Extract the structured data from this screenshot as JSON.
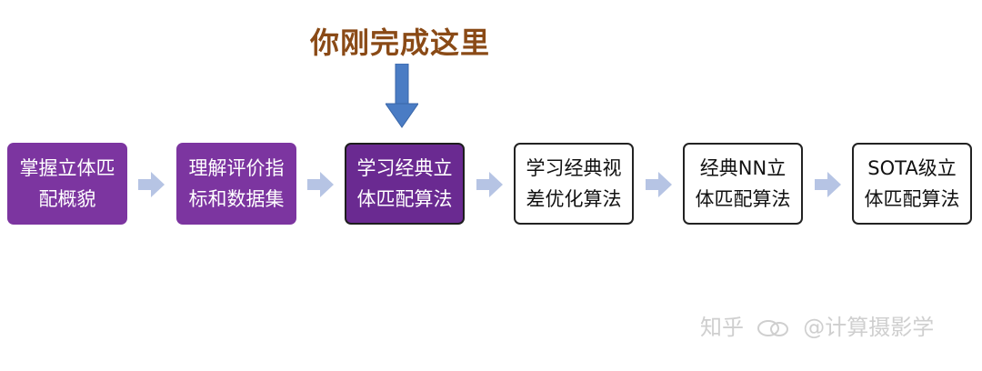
{
  "headline": "你刚完成这里",
  "steps": [
    {
      "label": "掌握立体匹配概貌",
      "state": "done"
    },
    {
      "label": "理解评价指标和数据集",
      "state": "done"
    },
    {
      "label": "学习经典立体匹配算法",
      "state": "current"
    },
    {
      "label": "学习经典视差优化算法",
      "state": "todo"
    },
    {
      "label": "经典NN立体匹配算法",
      "state": "todo"
    },
    {
      "label": "SOTA级立体匹配算法",
      "state": "todo"
    }
  ],
  "watermark": {
    "brand": "知乎",
    "account": "@计算摄影学"
  },
  "colors": {
    "done_fill": "#7c35a0",
    "current_fill": "#6a2a91",
    "headline": "#8a4a16",
    "down_arrow": "#4a7cc4",
    "flow_arrow": "#b6c4e4"
  }
}
